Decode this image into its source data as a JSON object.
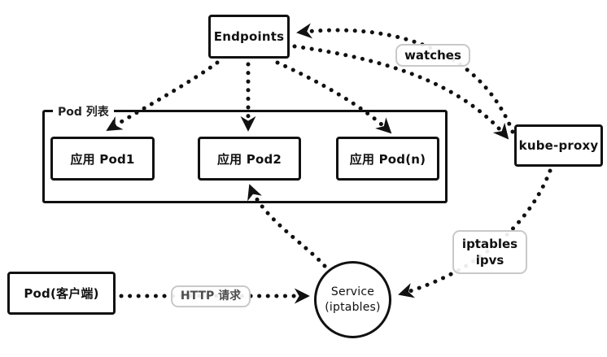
{
  "nodes": {
    "endpoints": "Endpoints",
    "pod_list": "Pod 列表",
    "pod1": "应用 Pod1",
    "pod2": "应用 Pod2",
    "podn": "应用 Pod(n)",
    "kube_proxy": "kube-proxy",
    "pod_client": "Pod(客户端)",
    "service_line1": "Service",
    "service_line2": "(iptables)"
  },
  "edge_labels": {
    "watches": "watches",
    "rule_line1": "iptables",
    "rule_line2": "ipvs",
    "http_request": "HTTP 请求"
  },
  "colors": {
    "ink": "#111111",
    "pill_border": "#c9c9c9",
    "muted_text": "#4d4d4d",
    "background": "#ffffff"
  }
}
